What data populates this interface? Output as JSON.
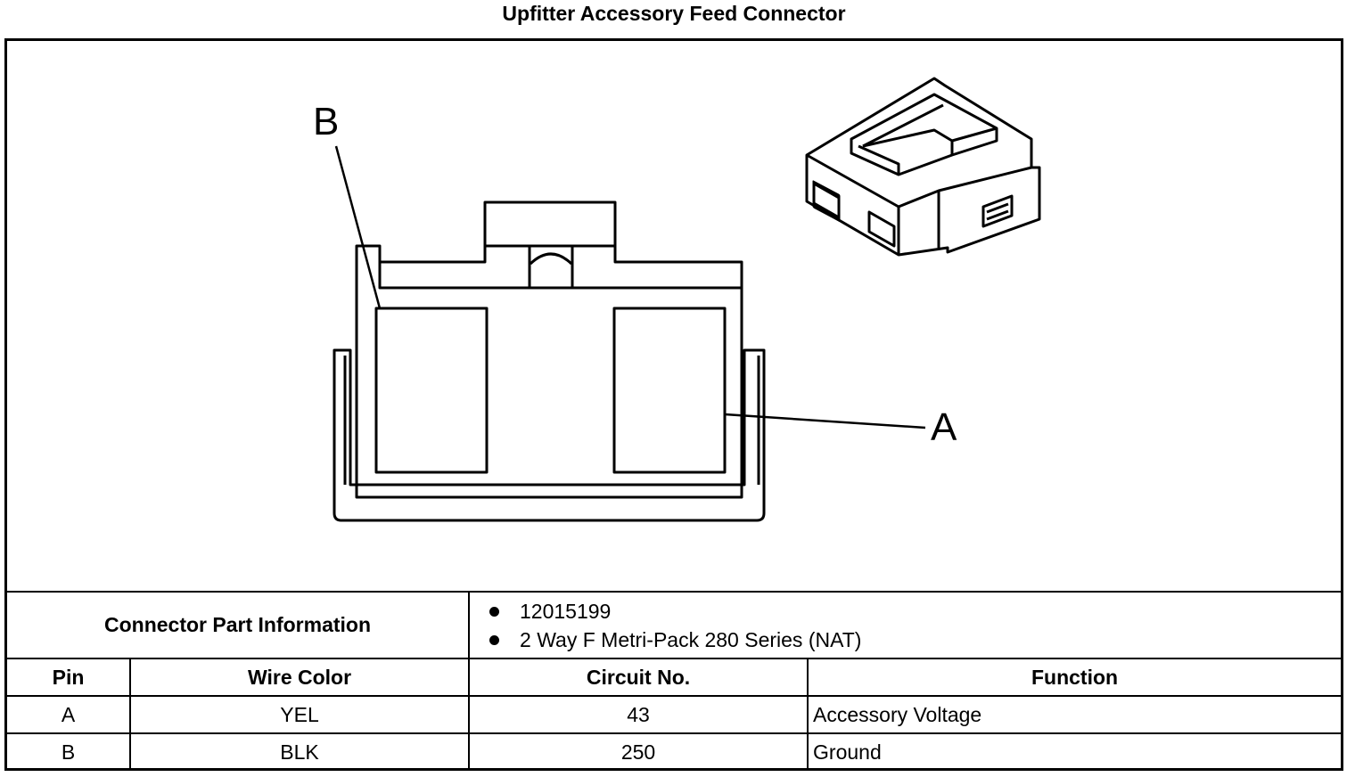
{
  "title": "Upfitter Accessory Feed Connector",
  "pin_labels": {
    "a": "A",
    "b": "B"
  },
  "part_info": {
    "heading": "Connector Part Information",
    "items": [
      "12015199",
      "2 Way F Metri-Pack 280 Series (NAT)"
    ]
  },
  "table": {
    "headers": [
      "Pin",
      "Wire Color",
      "Circuit No.",
      "Function"
    ],
    "rows": [
      {
        "pin": "A",
        "wire_color": "YEL",
        "circuit": "43",
        "function": "Accessory Voltage"
      },
      {
        "pin": "B",
        "wire_color": "BLK",
        "circuit": "250",
        "function": "Ground"
      }
    ]
  }
}
